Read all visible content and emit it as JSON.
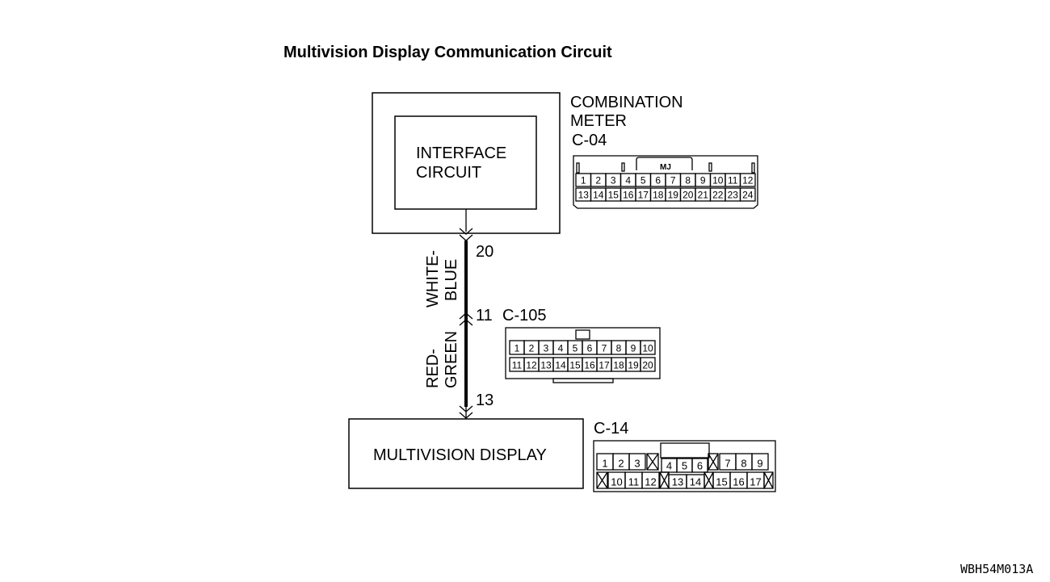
{
  "title": "Multivision Display Communication Circuit",
  "combination_meter": {
    "name_line1": "COMBINATION",
    "name_line2": "METER",
    "connector": "C-04",
    "inner_line1": "INTERFACE",
    "inner_line2": "CIRCUIT",
    "connector_tag": "MJ",
    "pins_top": [
      "1",
      "2",
      "3",
      "4",
      "5",
      "6",
      "7",
      "8",
      "9",
      "10",
      "11",
      "12"
    ],
    "pins_bottom": [
      "13",
      "14",
      "15",
      "16",
      "17",
      "18",
      "19",
      "20",
      "21",
      "22",
      "23",
      "24"
    ]
  },
  "wire": {
    "upper_color_line1": "WHITE-",
    "upper_color_line2": "BLUE",
    "lower_color_line1": "RED-",
    "lower_color_line2": "GREEN",
    "pin_meter": "20",
    "pin_joint": "11",
    "pin_display": "13"
  },
  "joint_connector": {
    "name": "C-105",
    "pins_top": [
      "1",
      "2",
      "3",
      "4",
      "5",
      "6",
      "7",
      "8",
      "9",
      "10"
    ],
    "pins_bottom": [
      "11",
      "12",
      "13",
      "14",
      "15",
      "16",
      "17",
      "18",
      "19",
      "20"
    ]
  },
  "multivision_display": {
    "name": "MULTIVISION DISPLAY",
    "connector": "C-14",
    "pins_top_left": [
      "1",
      "2",
      "3"
    ],
    "pins_top_mid": [
      "4",
      "5",
      "6"
    ],
    "pins_top_right": [
      "7",
      "8",
      "9"
    ],
    "pins_bottom_left": [
      "10",
      "11",
      "12"
    ],
    "pins_bottom_mid": [
      "13",
      "14"
    ],
    "pins_bottom_right": [
      "15",
      "16",
      "17"
    ]
  },
  "figure_code": "WBH54M013A"
}
